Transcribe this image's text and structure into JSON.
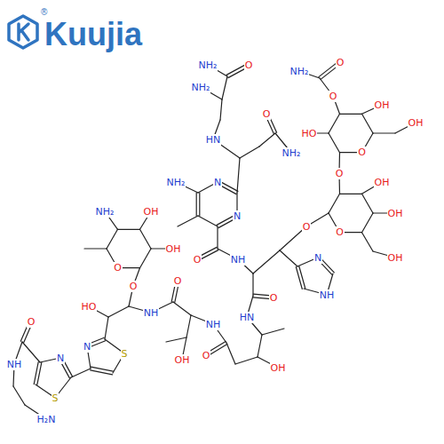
{
  "diagram": {
    "labels": [
      "Kuujia",
      "®",
      "NH₂",
      "O",
      "NH₂",
      "HN",
      "O",
      "NH₂",
      "NH₂",
      "O",
      "O",
      "HO",
      "OH",
      "OH",
      "O",
      "O",
      "OH",
      "OH",
      "O",
      "OH",
      "O",
      "N",
      "N",
      "NH₂",
      "O",
      "NH",
      "N",
      "NH",
      "O",
      "HN",
      "OH",
      "O",
      "NH",
      "OH",
      "O",
      "NH",
      "O",
      "O",
      "OH",
      "OH",
      "NH₂",
      "HO",
      "N",
      "S",
      "N",
      "S",
      "O",
      "NH",
      "H₂N"
    ]
  }
}
